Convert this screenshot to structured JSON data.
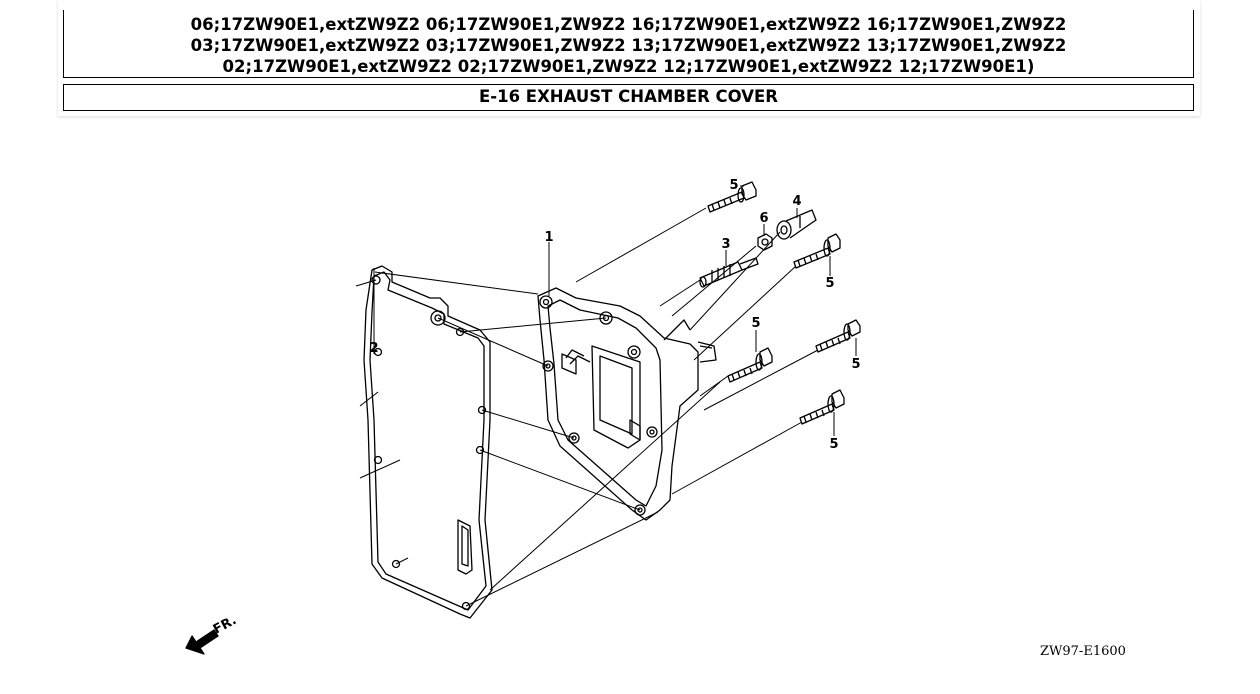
{
  "header": {
    "model_lines": [
      "06;17ZW90E1,extZW9Z2 06;17ZW90E1,ZW9Z2 16;17ZW90E1,extZW9Z2 16;17ZW90E1,ZW9Z2",
      "03;17ZW90E1,extZW9Z2 03;17ZW90E1,ZW9Z2 13;17ZW90E1,extZW9Z2 13;17ZW90E1,ZW9Z2",
      "02;17ZW90E1,extZW9Z2 02;17ZW90E1,ZW9Z2 12;17ZW90E1,extZW9Z2 12;17ZW90E1)"
    ],
    "section_title": "E-16 EXHAUST CHAMBER COVER"
  },
  "diagram": {
    "callouts": {
      "p1": "1",
      "p2": "2",
      "p3": "3",
      "p4": "4",
      "p5a": "5",
      "p5b": "5",
      "p5c": "5",
      "p5d": "5",
      "p5e": "5",
      "p6": "6"
    },
    "front_marker": "FR.",
    "drawing_code": "ZW97-E1600"
  }
}
